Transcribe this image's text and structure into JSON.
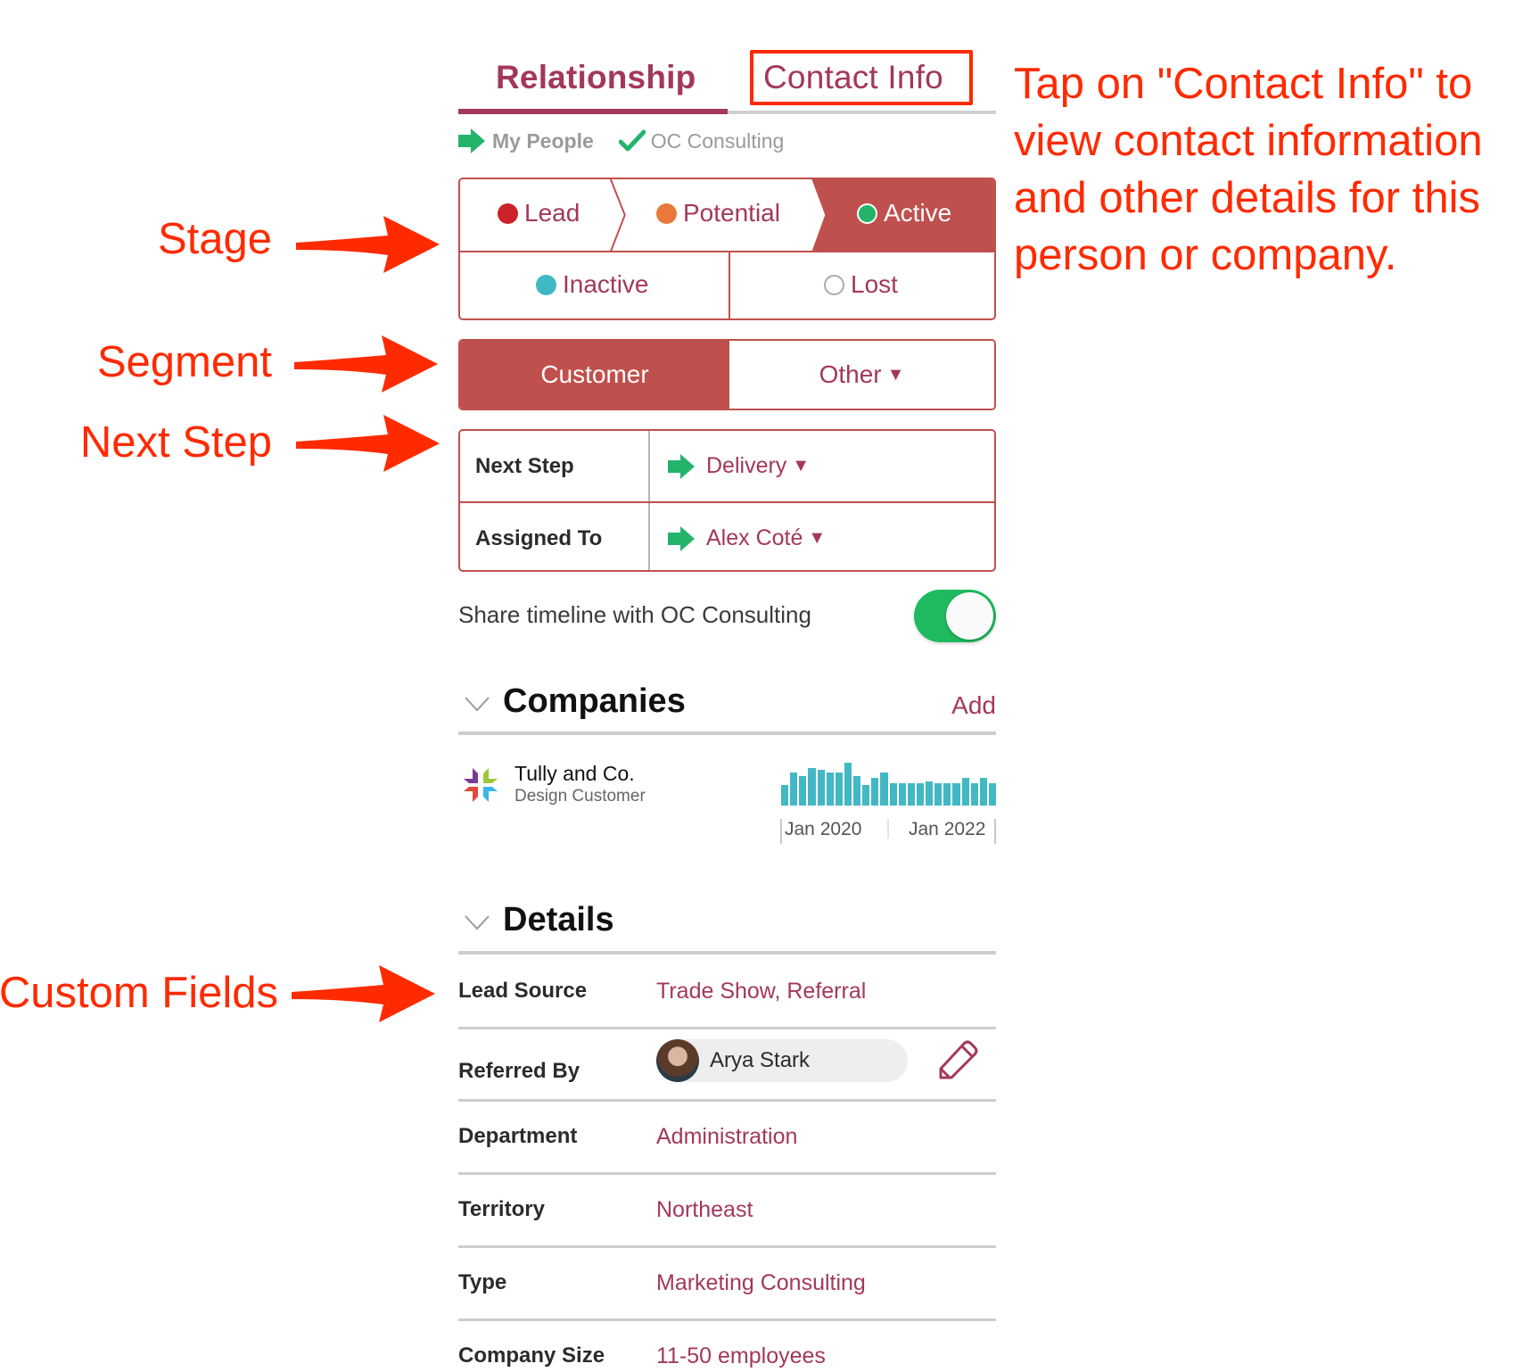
{
  "annotations": {
    "stage": "Stage",
    "segment": "Segment",
    "next_step": "Next Step",
    "custom_fields": "Custom Fields",
    "callout_lines": [
      "Tap on \"Contact Info\" to",
      "view contact information",
      "and other details for this",
      "person or company."
    ],
    "color": "#ff2a00"
  },
  "tabs": {
    "relationship": "Relationship",
    "contact_info": "Contact Info",
    "active": "Relationship"
  },
  "breadcrumb": {
    "my_people": "My People",
    "org": "OC Consulting"
  },
  "stage": {
    "items": [
      {
        "label": "Lead",
        "color": "#cc2229"
      },
      {
        "label": "Potential",
        "color": "#e8793a"
      },
      {
        "label": "Active",
        "color": "#24b36b",
        "selected": true
      },
      {
        "label": "Inactive",
        "color": "#3fb8c4"
      },
      {
        "label": "Lost",
        "color": "#ffffff"
      }
    ],
    "selected": "Active",
    "accent": "#c0504d"
  },
  "segment": {
    "customer": "Customer",
    "other": "Other",
    "selected": "Customer",
    "caret": "▼"
  },
  "next_step": {
    "rows": [
      {
        "label": "Next Step",
        "value": "Delivery"
      },
      {
        "label": "Assigned To",
        "value": "Alex Coté"
      }
    ],
    "caret": "▼"
  },
  "share": {
    "label": "Share timeline with OC Consulting",
    "enabled": true
  },
  "companies": {
    "title": "Companies",
    "add_label": "Add",
    "items": [
      {
        "name": "Tully and Co.",
        "subtitle": "Design Customer",
        "axis_start": "Jan 2020",
        "axis_end": "Jan 2022"
      }
    ]
  },
  "chart_data": {
    "type": "bar",
    "title": "",
    "xlabel": "",
    "ylabel": "",
    "tick_labels": [
      "Jan 2020",
      "Jan 2022"
    ],
    "values": [
      56,
      92,
      83,
      104,
      98,
      92,
      92,
      119,
      83,
      56,
      77,
      92,
      62,
      62,
      62,
      62,
      68,
      62,
      62,
      62,
      77,
      62,
      77,
      62
    ],
    "color": "#42b8c4",
    "grid": false
  },
  "details": {
    "title": "Details",
    "rows": [
      {
        "label": "Lead Source",
        "value": "Trade Show, Referral"
      },
      {
        "label": "Referred By",
        "value": "Arya Stark"
      },
      {
        "label": "Department",
        "value": "Administration"
      },
      {
        "label": "Territory",
        "value": "Northeast"
      },
      {
        "label": "Type",
        "value": "Marketing Consulting"
      },
      {
        "label": "Company Size",
        "value": "11-50 employees"
      }
    ]
  }
}
